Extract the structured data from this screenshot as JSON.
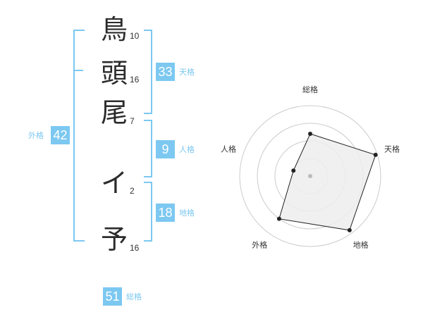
{
  "characters": [
    {
      "char": "鳥",
      "strokes": "10"
    },
    {
      "char": "頭",
      "strokes": "16"
    },
    {
      "char": "尾",
      "strokes": "7"
    },
    {
      "char": "イ",
      "strokes": "2"
    },
    {
      "char": "予",
      "strokes": "16"
    }
  ],
  "fortunes": {
    "tenkaku": {
      "value": "33",
      "label": "天格"
    },
    "jinkaku": {
      "value": "9",
      "label": "人格"
    },
    "chikaku": {
      "value": "18",
      "label": "地格"
    },
    "gaikaku": {
      "value": "42",
      "label": "外格"
    },
    "soukaku": {
      "value": "51",
      "label": "総格"
    }
  },
  "chart_data": {
    "type": "radar",
    "axes": [
      "総格",
      "天格",
      "地格",
      "外格",
      "人格"
    ],
    "max": 4,
    "rings": 4,
    "values": [
      2.4,
      3.9,
      3.8,
      3.0,
      1.0
    ],
    "colors": {
      "fill": "#ededed",
      "stroke": "#222222",
      "grid": "#cccccc",
      "accent": "#7cc8f1"
    }
  }
}
